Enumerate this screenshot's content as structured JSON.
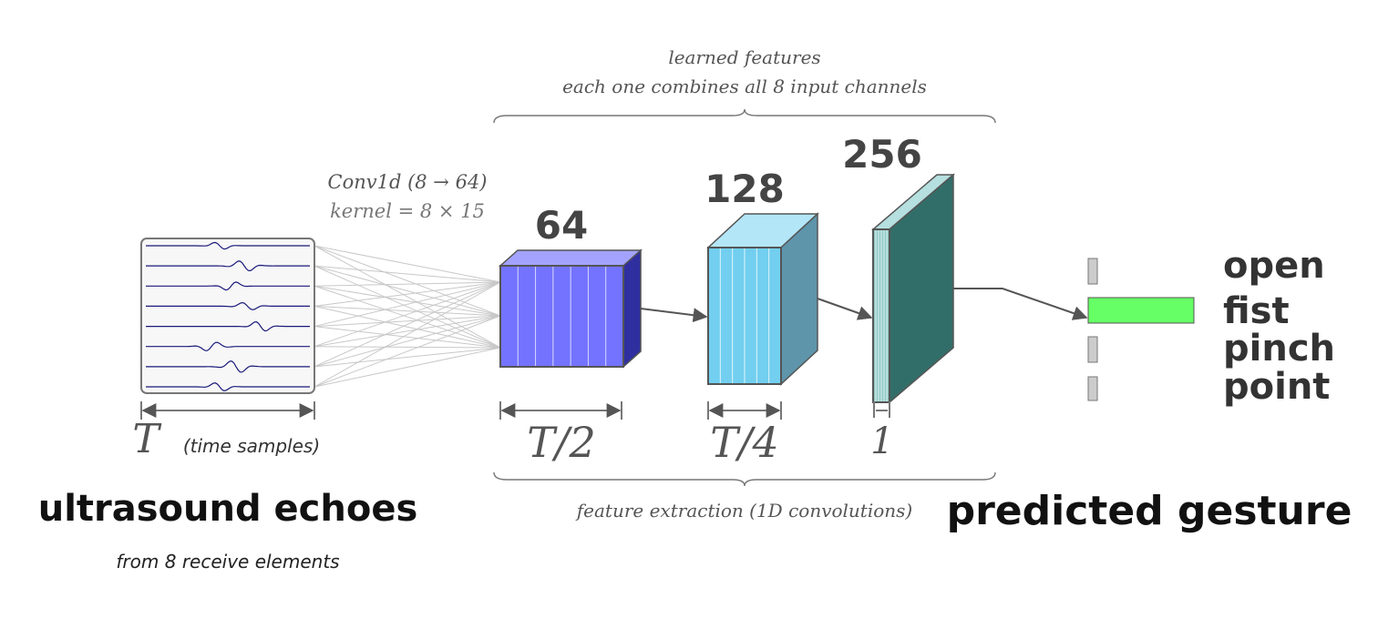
{
  "top_annotation": {
    "line1": "learned features",
    "line2": "each one combines all 8 input channels"
  },
  "conv_label": {
    "line1": "Conv1d (8 → 64)",
    "line2": "kernel = 8 × 15"
  },
  "input": {
    "dim_symbol": "T",
    "dim_note": "(time samples)",
    "title": "ultrasound echoes",
    "subtitle": "from 8 receive elements",
    "channel_count": 8
  },
  "blocks": [
    {
      "channels": "64",
      "length": "T/2",
      "front": "#7373ff",
      "top": "#a3a3ff",
      "side": "#2f2f9f"
    },
    {
      "channels": "128",
      "length": "T/4",
      "front": "#72cfef",
      "top": "#b3e6f7",
      "side": "#5e95ab"
    },
    {
      "channels": "256",
      "length": "1",
      "front": "#8ec9c6",
      "top": "#b6dfdf",
      "side": "#326e69"
    }
  ],
  "bottom_annotation": "feature extraction (1D convolutions)",
  "output": {
    "title": "predicted gesture",
    "classes": [
      "open",
      "fist",
      "pinch",
      "point"
    ],
    "active_index": 1,
    "active_color": "#66ff66",
    "inactive_color": "#cccccc"
  }
}
